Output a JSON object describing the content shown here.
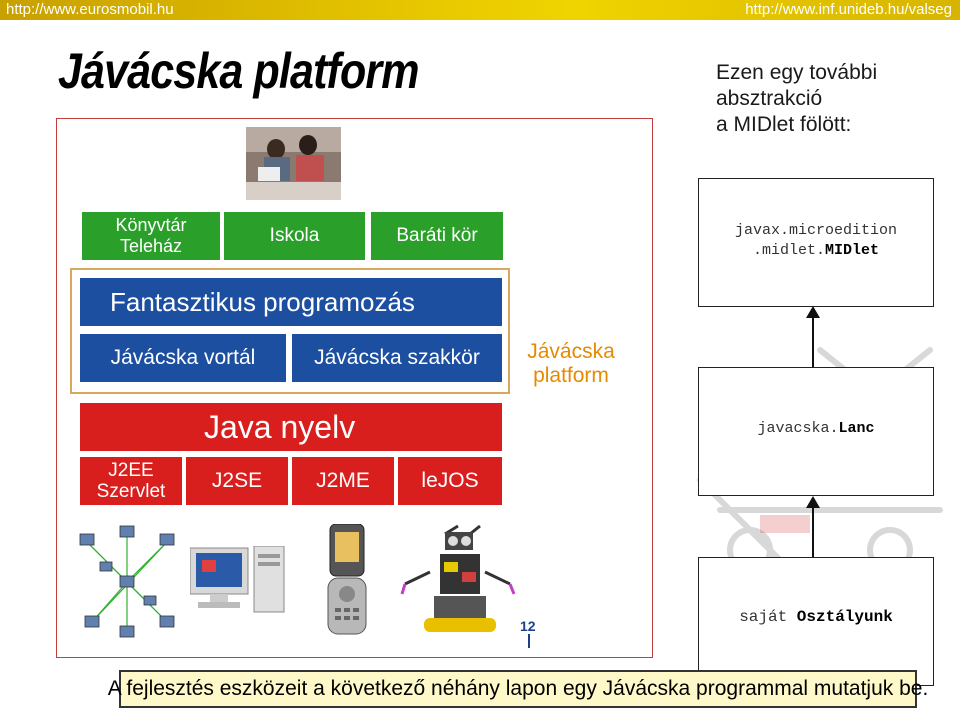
{
  "header": {
    "left_url": "http://www.eurosmobil.hu",
    "right_url": "http://www.inf.unideb.hu/valseg"
  },
  "title": "Jávácska platform",
  "note": {
    "line1": "Ezen egy további",
    "line2": "absztrakció",
    "line3": "a MIDlet fölött:"
  },
  "diagram": {
    "top_row": {
      "konyvtar_line1": "Könyvtár",
      "konyvtar_line2": "Teleház",
      "iskola": "Iskola",
      "barati_kor": "Baráti kör"
    },
    "fantasztikus": "Fantasztikus programozás",
    "vortal": "Jávácska vortál",
    "szakkor": "Jávácska szakkör",
    "platform_line1": "Jávácska",
    "platform_line2": "platform",
    "java_nyelv": "Java nyelv",
    "j2ee_line1": "J2EE",
    "j2ee_line2": "Szervlet",
    "j2se": "J2SE",
    "j2me": "J2ME",
    "lejos": "leJOS",
    "page_number": "12"
  },
  "class_boxes": {
    "midlet_line1": "javax.microedition",
    "midlet_line2_prefix": ".midlet.",
    "midlet_line2_bold": "MIDlet",
    "lanc_prefix": "javacska.",
    "lanc_bold": "Lanc",
    "sajat_prefix": "saját ",
    "sajat_bold": "Osztályunk"
  },
  "footer": "A fejlesztés eszközeit a következő néhány lapon egy Jávácska programmal mutatjuk be.",
  "colors": {
    "green": "#2aa02a",
    "blue": "#1c4fa0",
    "red": "#d91e1e",
    "platform_orange": "#e68a00",
    "topbar_gold": "#e0c000"
  }
}
